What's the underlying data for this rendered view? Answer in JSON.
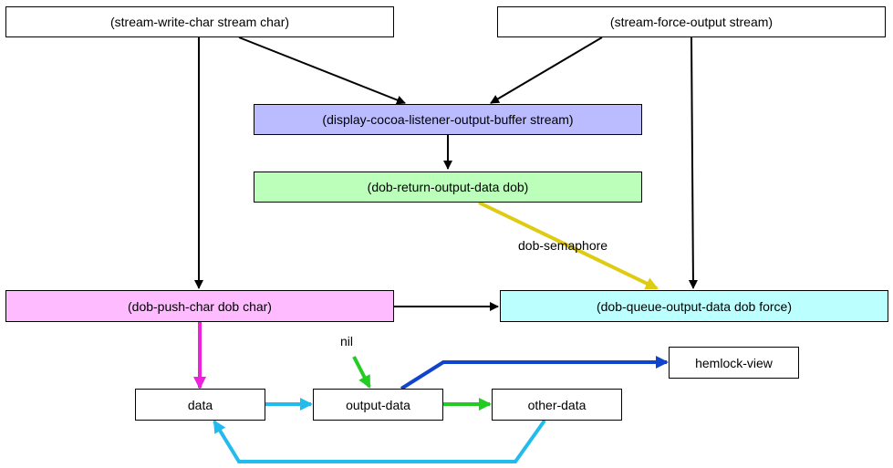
{
  "nodes": {
    "stream_write_char": {
      "label": "(stream-write-char stream char)",
      "fill": "#ffffff"
    },
    "stream_force_output": {
      "label": "(stream-force-output stream)",
      "fill": "#ffffff"
    },
    "display_listener": {
      "label": "(display-cocoa-listener-output-buffer stream)",
      "fill": "#bbbbff"
    },
    "dob_return": {
      "label": "(dob-return-output-data dob)",
      "fill": "#bbffbb"
    },
    "dob_push_char": {
      "label": "(dob-push-char dob char)",
      "fill": "#ffbbff"
    },
    "dob_queue": {
      "label": "(dob-queue-output-data dob force)",
      "fill": "#bbffff"
    },
    "hemlock_view": {
      "label": "hemlock-view",
      "fill": "#ffffff"
    },
    "data": {
      "label": "data",
      "fill": "#ffffff"
    },
    "output_data": {
      "label": "output-data",
      "fill": "#ffffff"
    },
    "other_data": {
      "label": "other-data",
      "fill": "#ffffff"
    }
  },
  "edge_labels": {
    "dob_semaphore": "dob-semaphore",
    "nil": "nil"
  },
  "colors": {
    "black": "#000000",
    "yellow": "#ddcc11",
    "magenta": "#ee22dd",
    "green": "#22cc22",
    "cyan": "#22bbee",
    "blue": "#1144cc"
  }
}
